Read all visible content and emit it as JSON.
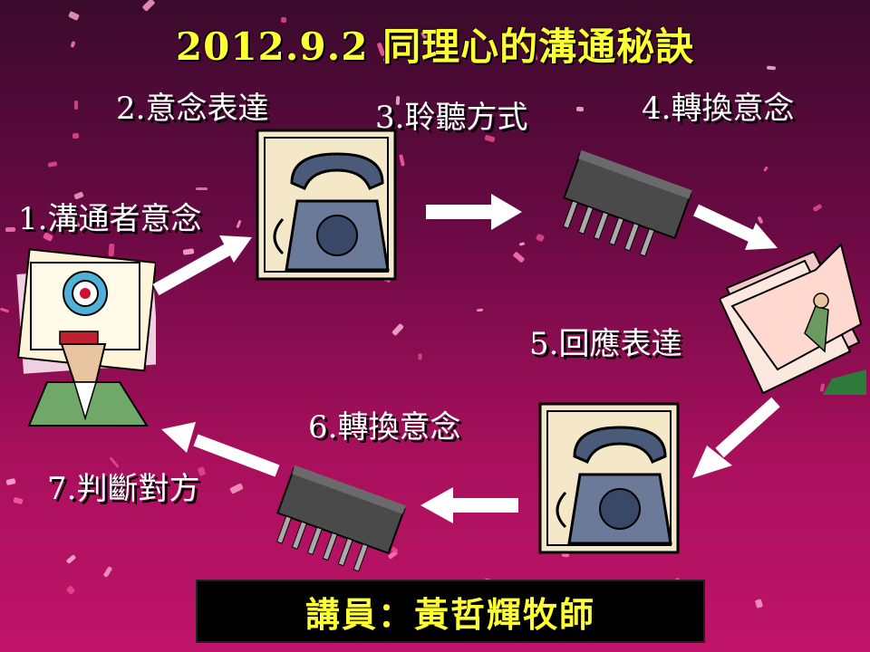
{
  "slide": {
    "title": "2012.9.2  同理心的溝通秘訣",
    "steps": {
      "s1": "1.溝通者意念",
      "s2": "2.意念表達",
      "s3": "3.聆聽方式",
      "s4": "4.轉換意念",
      "s5": "5.回應表達",
      "s6": "6.轉換意念",
      "s7": "7.判斷對方"
    },
    "footer": "講員：黃哲輝牧師"
  },
  "colors": {
    "title": "#ffff33",
    "label": "#ffffff",
    "footer_bg": "#000000",
    "footer_text": "#ffff33"
  }
}
